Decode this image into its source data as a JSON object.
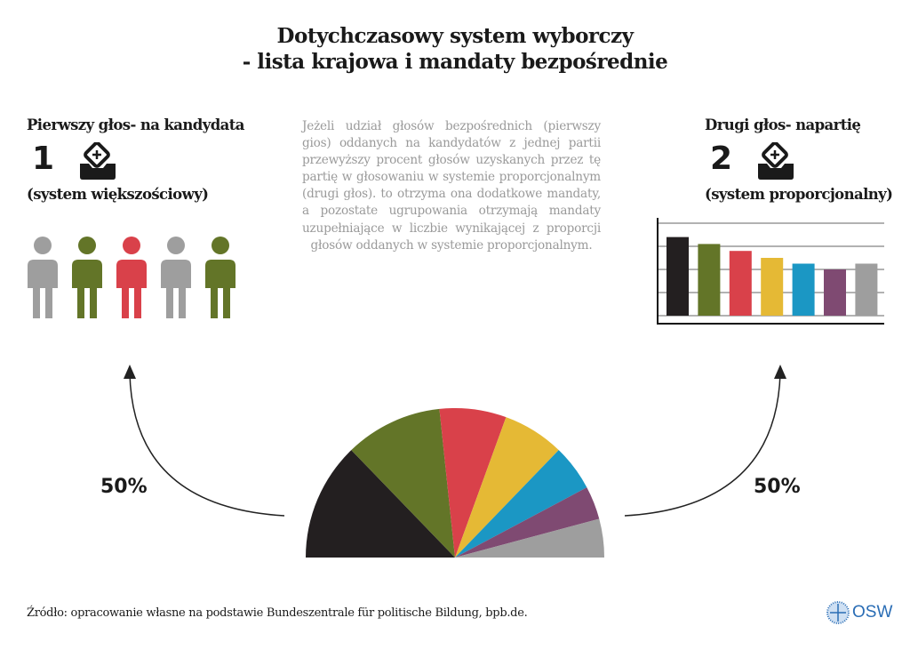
{
  "title_line1": "Dotychczasowy system wyborczy",
  "title_line2": "- lista krajowa i mandaty bezpośrednie",
  "left": {
    "heading": "Pierwszy głos- na kandydata",
    "number": "1",
    "subheading": "(system większościowy)",
    "percent": "50%",
    "figures": [
      "#9e9e9e",
      "#637528",
      "#d9414a",
      "#9e9e9e",
      "#637528"
    ]
  },
  "right": {
    "heading": "Drugi głos- napartię",
    "number": "2",
    "subheading": "(system proporcjonalny)",
    "percent": "50%"
  },
  "description": "Jeżeli udział głosów bezpośrednich (pierwszy gios) oddanych na kandydatów z jednej partii przewyższy procent głosów uzyskanych przez tę partię w głosowaniu w systemie proporcjonalnym (drugi głos). to otrzyma ona dodatkowe mandaty, a pozostate ugrupowania otrzymają mandaty uzupełniające w liczbie wynikającej z proporcji głosów oddanych w systemie proporcjonalnym.",
  "source": "Źródło: opracowanie własne na podstawie Bundeszentrale für politische Bildung, bpb.de.",
  "logo": "OSW",
  "chart_data": [
    {
      "type": "bar",
      "title": "",
      "ylim": [
        0,
        4
      ],
      "grid": true,
      "colors": [
        "#231f20",
        "#637528",
        "#d9414a",
        "#e5b935",
        "#1b97c4",
        "#7f4a72",
        "#9e9e9e"
      ],
      "values": [
        3.4,
        3.1,
        2.8,
        2.5,
        2.25,
        2.0,
        2.25
      ]
    },
    {
      "type": "pie",
      "subtype": "half-donut-parliament",
      "colors": [
        "#231f20",
        "#637528",
        "#d9414a",
        "#e5b935",
        "#1b97c4",
        "#7f4a72",
        "#9e9e9e"
      ],
      "values": [
        46,
        38,
        26,
        24,
        18,
        13,
        15
      ]
    }
  ]
}
